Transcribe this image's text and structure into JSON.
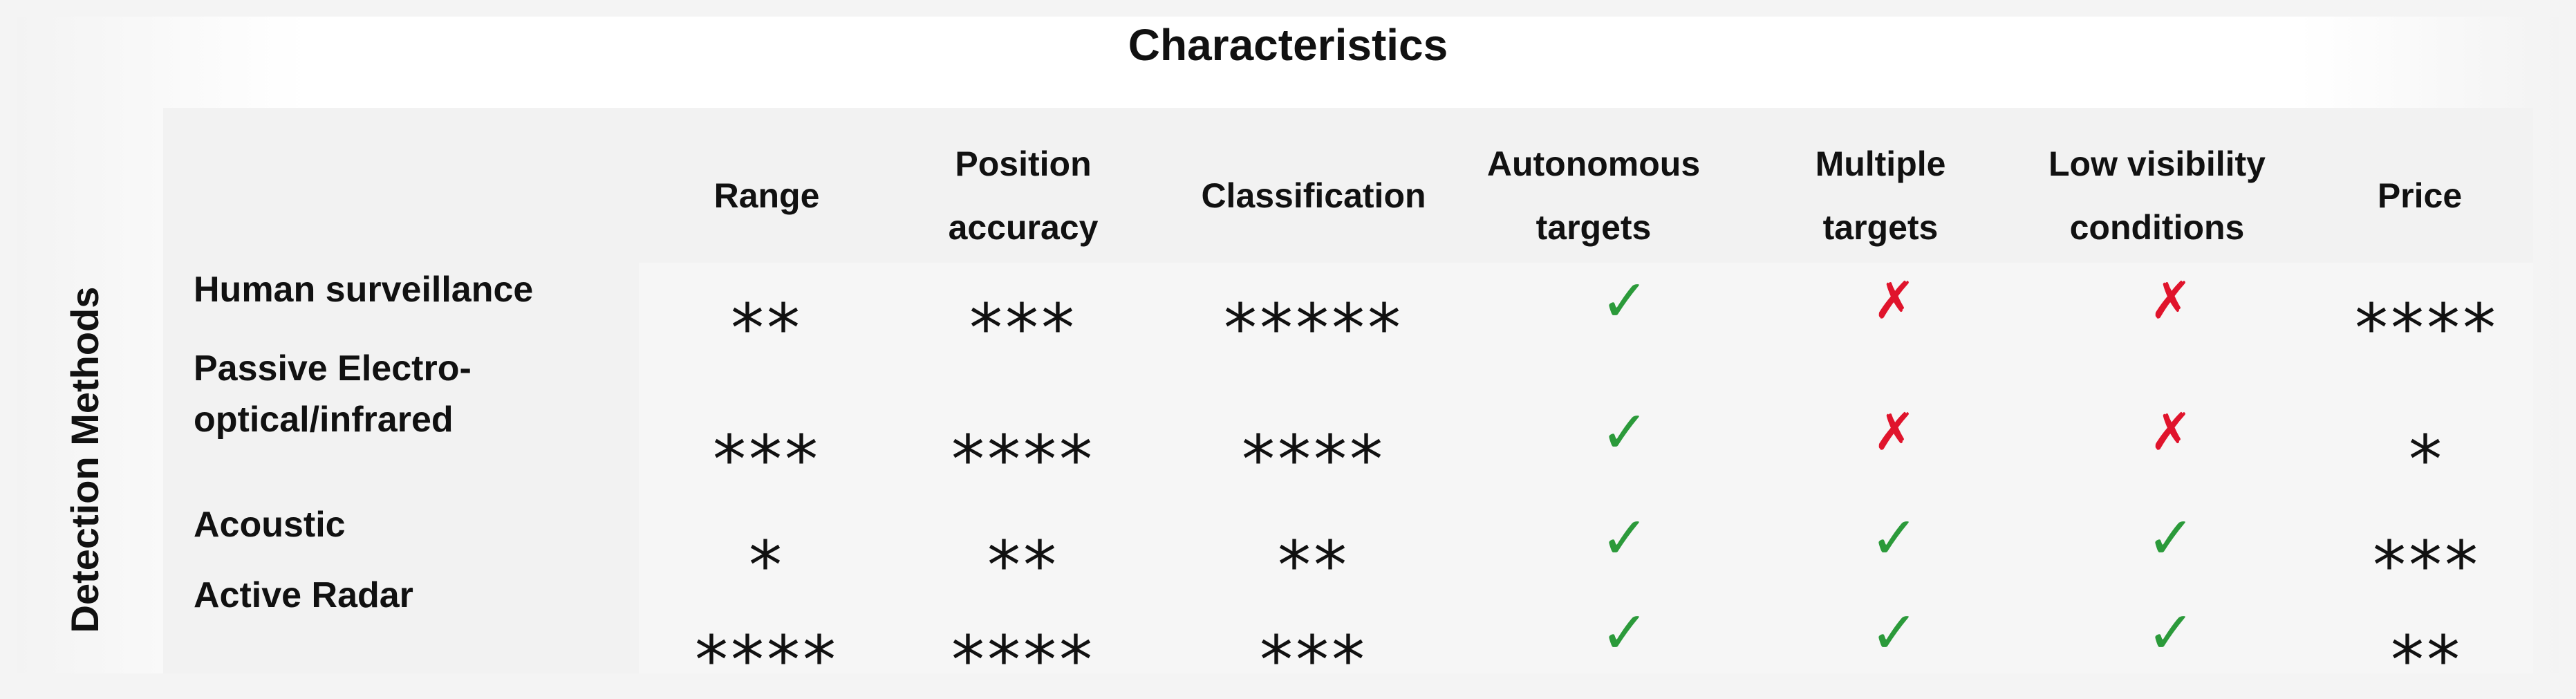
{
  "title": "Characteristics",
  "side_label": "Detection Methods",
  "columns": [
    "Range",
    "Position accuracy",
    "Classification",
    "Autonomous targets",
    "Multiple targets",
    "Low visibility conditions",
    "Price"
  ],
  "rows": [
    {
      "label": "Human surveillance",
      "values": [
        "**",
        "***",
        "*****",
        "✓",
        "✗",
        "✗",
        "****"
      ]
    },
    {
      "label": "Passive Electro-optical/infrared",
      "values": [
        "***",
        "****",
        "****",
        "✓",
        "✗",
        "✗",
        "*"
      ]
    },
    {
      "label": "Acoustic",
      "values": [
        "*",
        "**",
        "**",
        "✓",
        "✓",
        "✓",
        "***"
      ]
    },
    {
      "label": "Active Radar",
      "values": [
        "****",
        "****",
        "***",
        "✓",
        "✓",
        "✓",
        "**"
      ]
    }
  ],
  "colors": {
    "yes": "#2b9a3a",
    "no": "#e0142c"
  }
}
